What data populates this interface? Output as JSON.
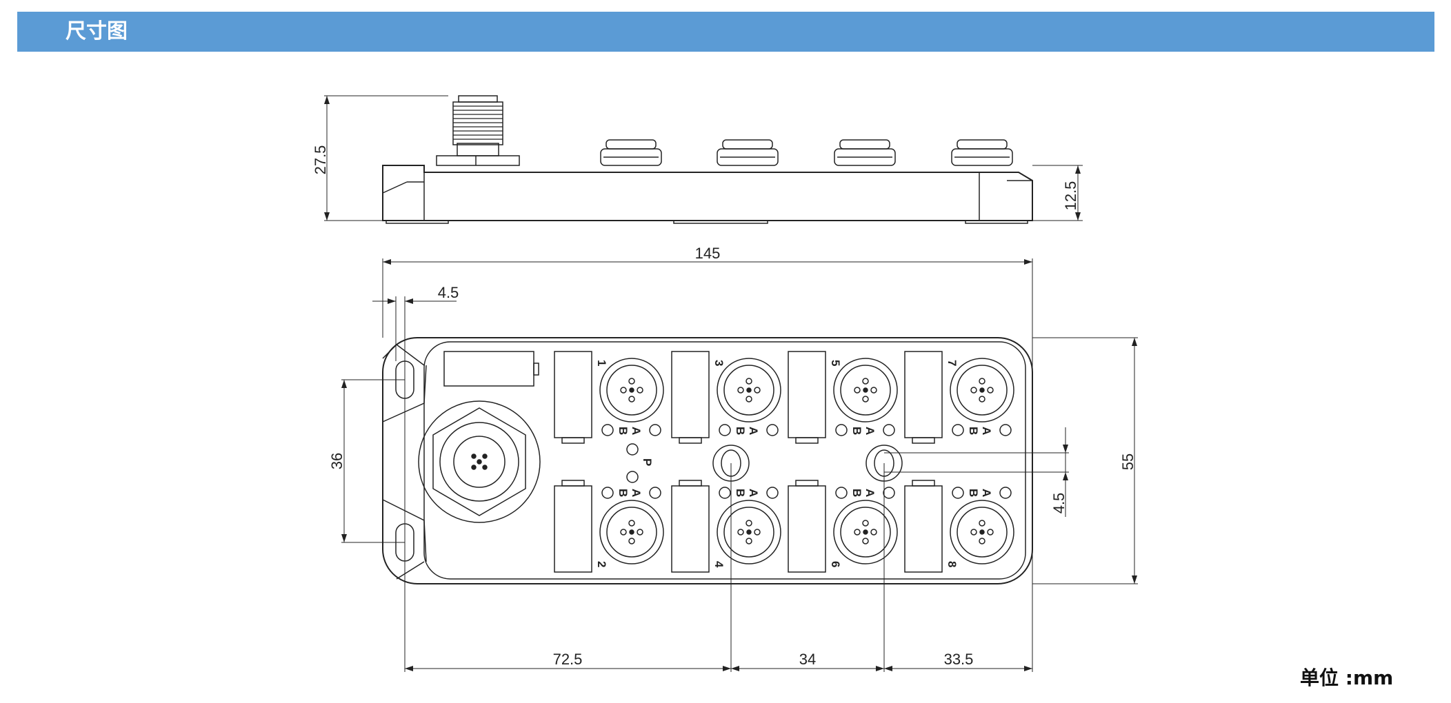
{
  "header": {
    "title": "尺寸图",
    "color": "#5b9bd5"
  },
  "unit_label": "单位 :mm",
  "dimensions": {
    "height_total": "27.5",
    "height_body": "12.5",
    "width_total": "145",
    "hole_offset": "4.5",
    "hole_spacing": "36",
    "depth_total": "55",
    "center_offset": "4.5",
    "span_a": "72.5",
    "span_b": "34",
    "span_c": "33.5"
  },
  "port_numbers": [
    "1",
    "2",
    "3",
    "4",
    "5",
    "6",
    "7",
    "8"
  ],
  "pin_labels": {
    "a": "A",
    "b": "B",
    "p": "P"
  }
}
